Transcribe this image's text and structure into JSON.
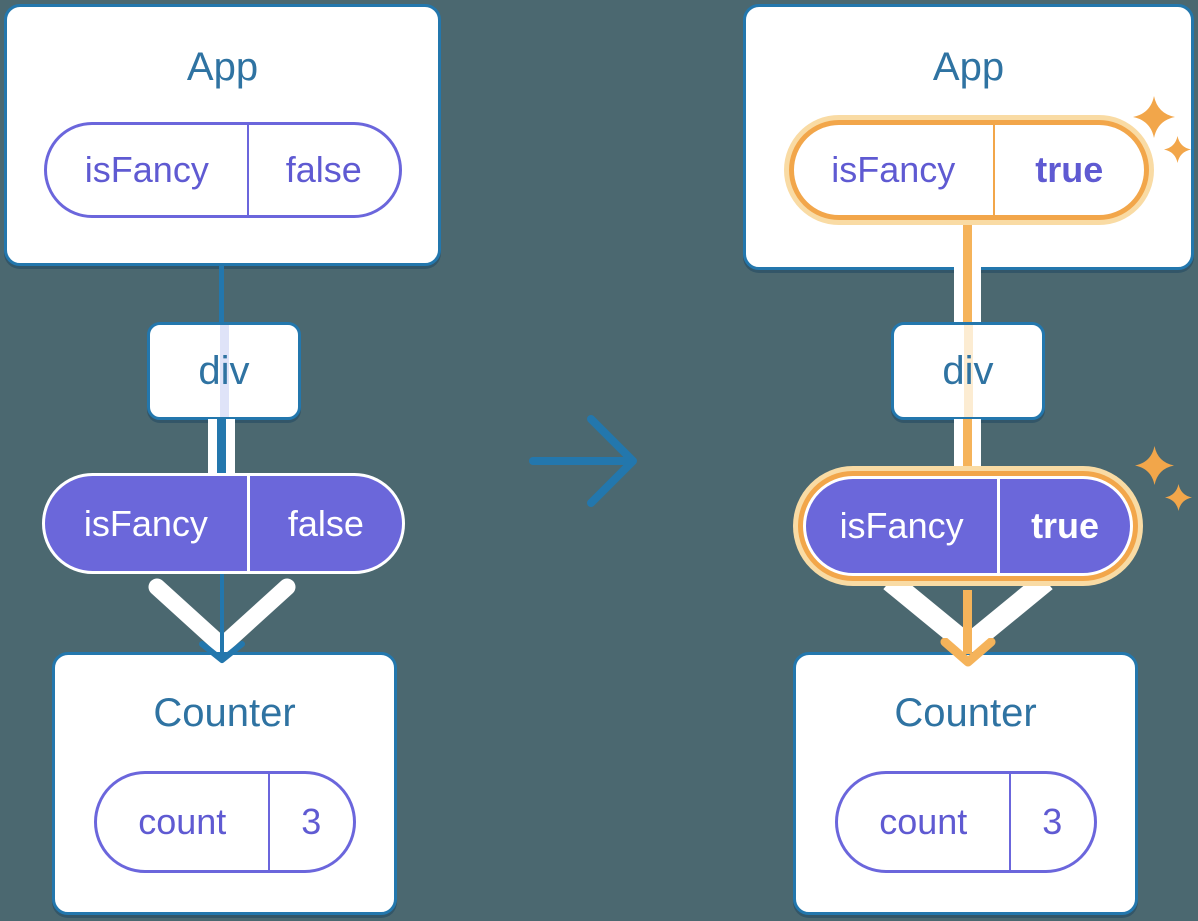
{
  "diagram": {
    "left": {
      "app_title": "App",
      "app_pill": {
        "key": "isFancy",
        "value": "false"
      },
      "div_title": "div",
      "prop_pill": {
        "key": "isFancy",
        "value": "false"
      },
      "counter_title": "Counter",
      "counter_pill": {
        "key": "count",
        "value": "3"
      }
    },
    "right": {
      "app_title": "App",
      "app_pill": {
        "key": "isFancy",
        "value": "true"
      },
      "div_title": "div",
      "prop_pill": {
        "key": "isFancy",
        "value": "true"
      },
      "counter_title": "Counter",
      "counter_pill": {
        "key": "count",
        "value": "3"
      }
    },
    "icons": {
      "transition": "arrow-right-icon",
      "highlight": "sparkles-icon",
      "flow": "arrow-down-icon"
    },
    "colors": {
      "background": "#4b6870",
      "blue": "#2377ad",
      "title": "#2f73a2",
      "purple_border": "#6b66dc",
      "purple_text": "#5f5ad2",
      "purple_fill": "#6b67da",
      "orange": "#f2a64a",
      "halo": "#f9dba4",
      "orange_light": "#f5b35a",
      "pipe_faded_purple": "#dfe3f8",
      "pipe_faded_orange": "#fcecd2",
      "white": "#ffffff"
    }
  }
}
